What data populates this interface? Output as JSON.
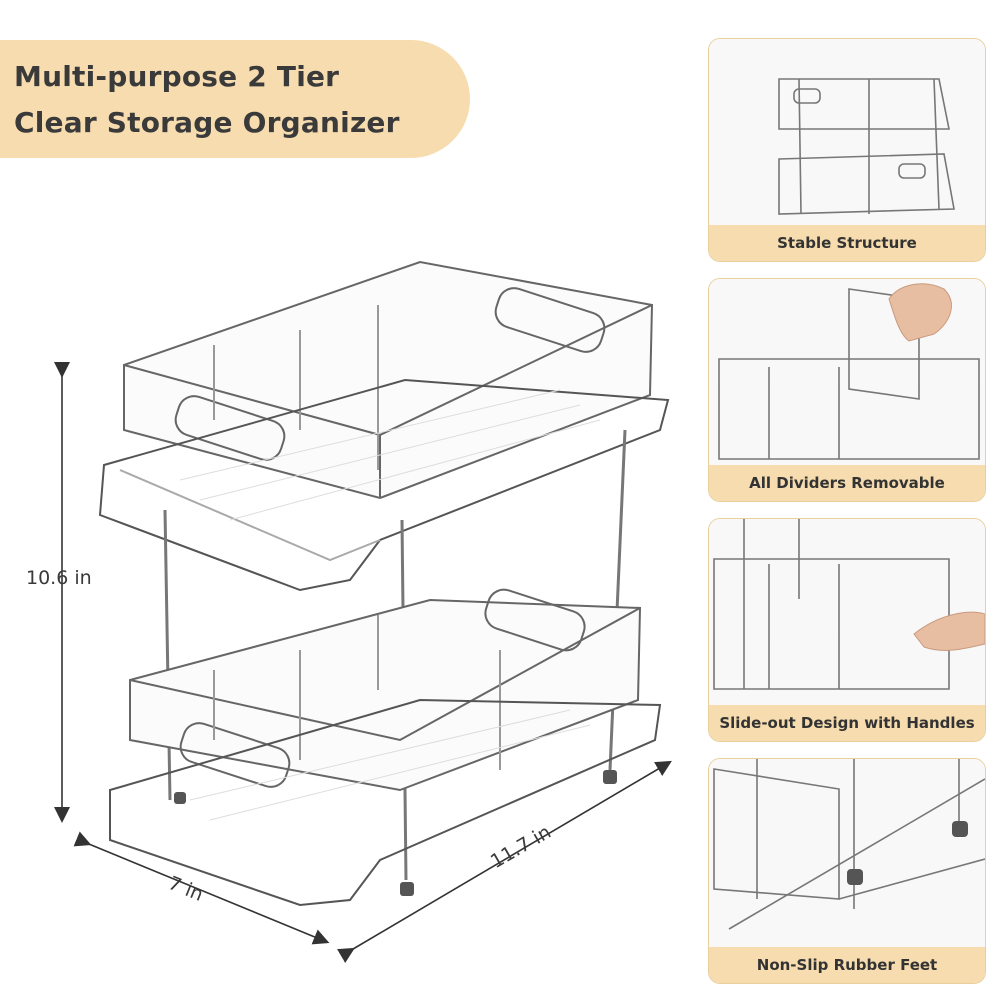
{
  "title": {
    "line1": "Multi-purpose 2 Tier",
    "line2": "Clear Storage Organizer"
  },
  "dimensions": {
    "height": "10.6 in",
    "depth": "7 in",
    "width": "11.7 in"
  },
  "features": [
    {
      "label": "Stable Structure",
      "icon": "two-tier-rack-photo"
    },
    {
      "label": "All Dividers Removable",
      "icon": "hand-removing-divider-photo"
    },
    {
      "label": "Slide-out Design with Handles",
      "icon": "hand-pulling-drawer-photo"
    },
    {
      "label": "Non-Slip Rubber Feet",
      "icon": "rubber-feet-closeup-photo"
    }
  ],
  "colors": {
    "banner": "#f6dcae",
    "text": "#3a3a3a",
    "card_border": "#e8cf9c"
  }
}
